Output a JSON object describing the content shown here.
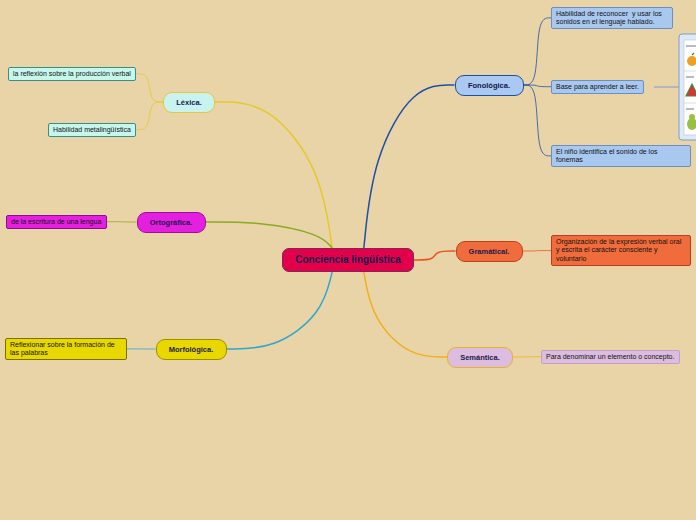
{
  "diagram": {
    "title": "Conciencia lingüística",
    "nodes": [
      {
        "text": [
          "Conciencia lingüística"
        ]
      },
      {
        "text": [
          "Léxica."
        ]
      },
      {
        "text": [
          "la reflexión sobre la producción verbal"
        ]
      },
      {
        "text": [
          "Habilidad metalingüística"
        ]
      },
      {
        "text": [
          "Ortográfica."
        ]
      },
      {
        "text": [
          "de la escritura de una lengua"
        ]
      },
      {
        "text": [
          "Morfológica."
        ]
      },
      {
        "text": [
          "Reflexionar sobre la formación de las palabras"
        ]
      },
      {
        "text": [
          "Fonológica."
        ]
      },
      {
        "text": [
          "Habilidad de reconocer  y usar los sonidos en el lenguaje hablado."
        ]
      },
      {
        "text": [
          "Base para aprender a leer."
        ]
      },
      {
        "text": [
          "El niño identifica el sonido de los fonemas"
        ]
      },
      {
        "text": [
          "Gramátical."
        ]
      },
      {
        "text": [
          "Organización de la expresión verbal oral y escrita el carácter consciente y voluntario"
        ]
      },
      {
        "text": [
          "Semántica."
        ]
      },
      {
        "text": [
          "Para denominar un elemento o concepto."
        ]
      }
    ],
    "edges": [
      {
        "from": 0,
        "to": 1,
        "arrow": "none"
      },
      {
        "from": 1,
        "to": 2,
        "arrow": "none"
      },
      {
        "from": 1,
        "to": 3,
        "arrow": "none"
      },
      {
        "from": 0,
        "to": 4,
        "arrow": "none"
      },
      {
        "from": 4,
        "to": 5,
        "arrow": "none"
      },
      {
        "from": 0,
        "to": 6,
        "arrow": "none"
      },
      {
        "from": 6,
        "to": 7,
        "arrow": "none"
      },
      {
        "from": 0,
        "to": 8,
        "arrow": "none"
      },
      {
        "from": 8,
        "to": 9,
        "arrow": "none"
      },
      {
        "from": 8,
        "to": 10,
        "arrow": "none"
      },
      {
        "from": 8,
        "to": 11,
        "arrow": "none"
      },
      {
        "from": 0,
        "to": 12,
        "arrow": "none"
      },
      {
        "from": 12,
        "to": 13,
        "arrow": "none"
      },
      {
        "from": 0,
        "to": 14,
        "arrow": "none"
      },
      {
        "from": 14,
        "to": 15,
        "arrow": "none"
      }
    ]
  }
}
